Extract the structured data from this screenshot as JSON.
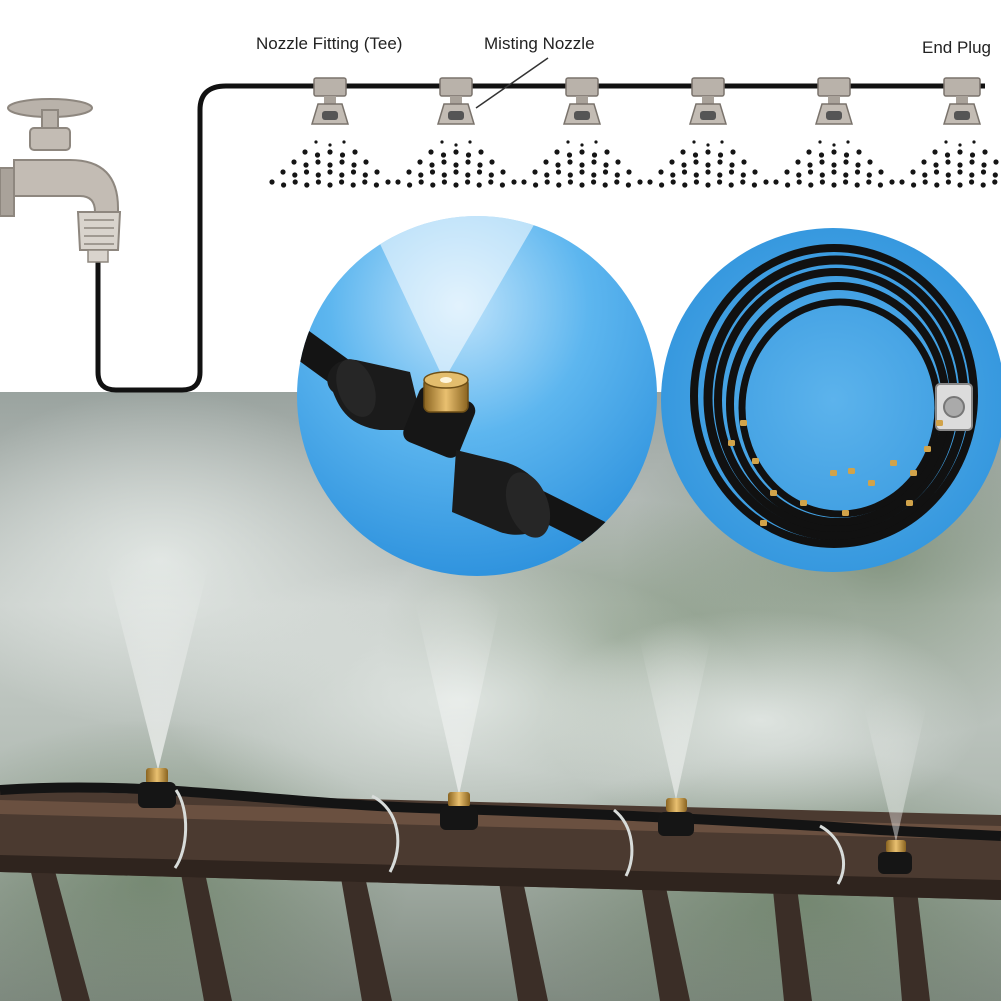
{
  "labels": {
    "nozzle_fitting": "Nozzle Fitting (Tee)",
    "misting_nozzle": "Misting Nozzle",
    "end_plug": "End Plug"
  },
  "colors": {
    "tube": "#111111",
    "fitting": "#b9b2aa",
    "brass": "#d1a34a",
    "circle_bg": "#3aa0e6",
    "fog": "#c9cfcb",
    "rail": "#4a3a30"
  },
  "icons": [
    "faucet-icon",
    "tee-fitting-icon",
    "misting-nozzle-icon",
    "end-plug-icon",
    "spray-droplets-icon"
  ]
}
